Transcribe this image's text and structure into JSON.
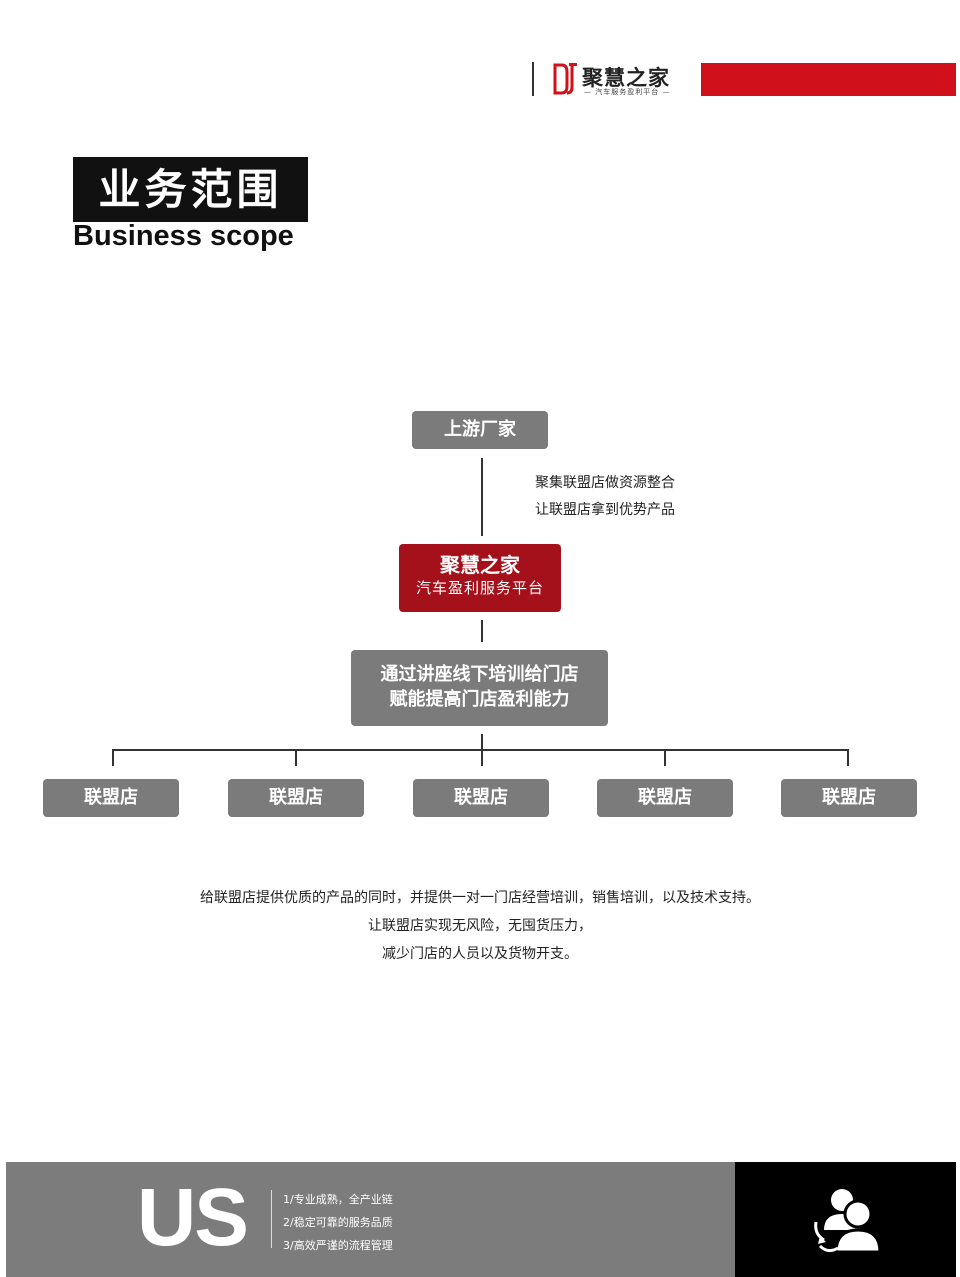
{
  "header": {
    "logo_mark": "DJ",
    "brand_name": "聚慧之家",
    "brand_subtitle": "— 汽车服务盈利平台 —",
    "accent_color": "#d0111b"
  },
  "section": {
    "title_cn": "业务范围",
    "title_en": "Business scope"
  },
  "diagram": {
    "top_node": "上游厂家",
    "notes": [
      "聚集联盟店做资源整合",
      "让联盟店拿到优势产品"
    ],
    "center_title": "聚慧之家",
    "center_subtitle": "汽车盈利服务平台",
    "center_color": "#a4111a",
    "training_lines": [
      "通过讲座线下培训给门店",
      "赋能提高门店盈利能力"
    ],
    "stores": [
      "联盟店",
      "联盟店",
      "联盟店",
      "联盟店",
      "联盟店"
    ]
  },
  "description": [
    "给联盟店提供优质的产品的同时，并提供一对一门店经营培训，销售培训，以及技术支持。",
    "让联盟店实现无风险，无囤货压力，",
    "减少门店的人员以及货物开支。"
  ],
  "footer": {
    "big_text": "US",
    "items": [
      "1/专业成熟，全产业链",
      "2/稳定可靠的服务品质",
      "3/高效严谨的流程管理"
    ],
    "icon": "users-icon"
  }
}
